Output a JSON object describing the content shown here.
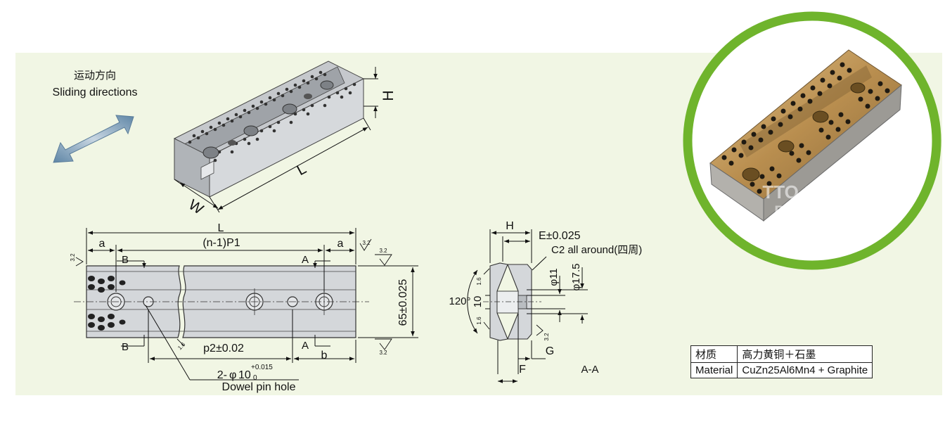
{
  "sliding": {
    "label_cn": "运动方向",
    "label_en": "Sliding directions"
  },
  "iso": {
    "dim_h": "H",
    "dim_l": "L",
    "dim_w": "W"
  },
  "plan": {
    "dim_l": "L",
    "dim_pitch": "(n-1)P1",
    "dim_a": "a",
    "dim_b": "b",
    "section_b": "B",
    "section_a": "A",
    "roughness": "3.2",
    "roughness_small": "1.6",
    "dim_p2": "p2±0.02",
    "dim_height": "65±0.025",
    "dowel_spec_prefix": "2-",
    "dowel_spec_phi": "φ",
    "dowel_spec_value": "10",
    "dowel_tol_upper": "+0.015",
    "dowel_tol_lower": "0",
    "dowel_label": "Dowel pin hole"
  },
  "section": {
    "dim_h": "H",
    "dim_e": "E±0.025",
    "chamfer_note": "C2 all around(四周)",
    "phi11": "φ11",
    "phi17": "φ17.5",
    "angle": "120°",
    "dim_10": "10",
    "dim_f": "F",
    "dim_g": "G",
    "title": "A-A",
    "roughness": "3.2",
    "roughness_small": "1.6"
  },
  "photo": {
    "watermark_line1": "TTO SLIDE",
    "watermark_line2": "BEARING"
  },
  "material": [
    {
      "label": "材质",
      "value": "高力黄铜＋石墨"
    },
    {
      "label": "Material",
      "value": "CuZn25Al6Mn4 + Graphite"
    }
  ],
  "colors": {
    "panel": "#f1f6e4",
    "ring": "#6fb42c",
    "arrow": "#7f9fb8",
    "bronze": "#c9a86a",
    "steel": "#d3d6d9"
  }
}
